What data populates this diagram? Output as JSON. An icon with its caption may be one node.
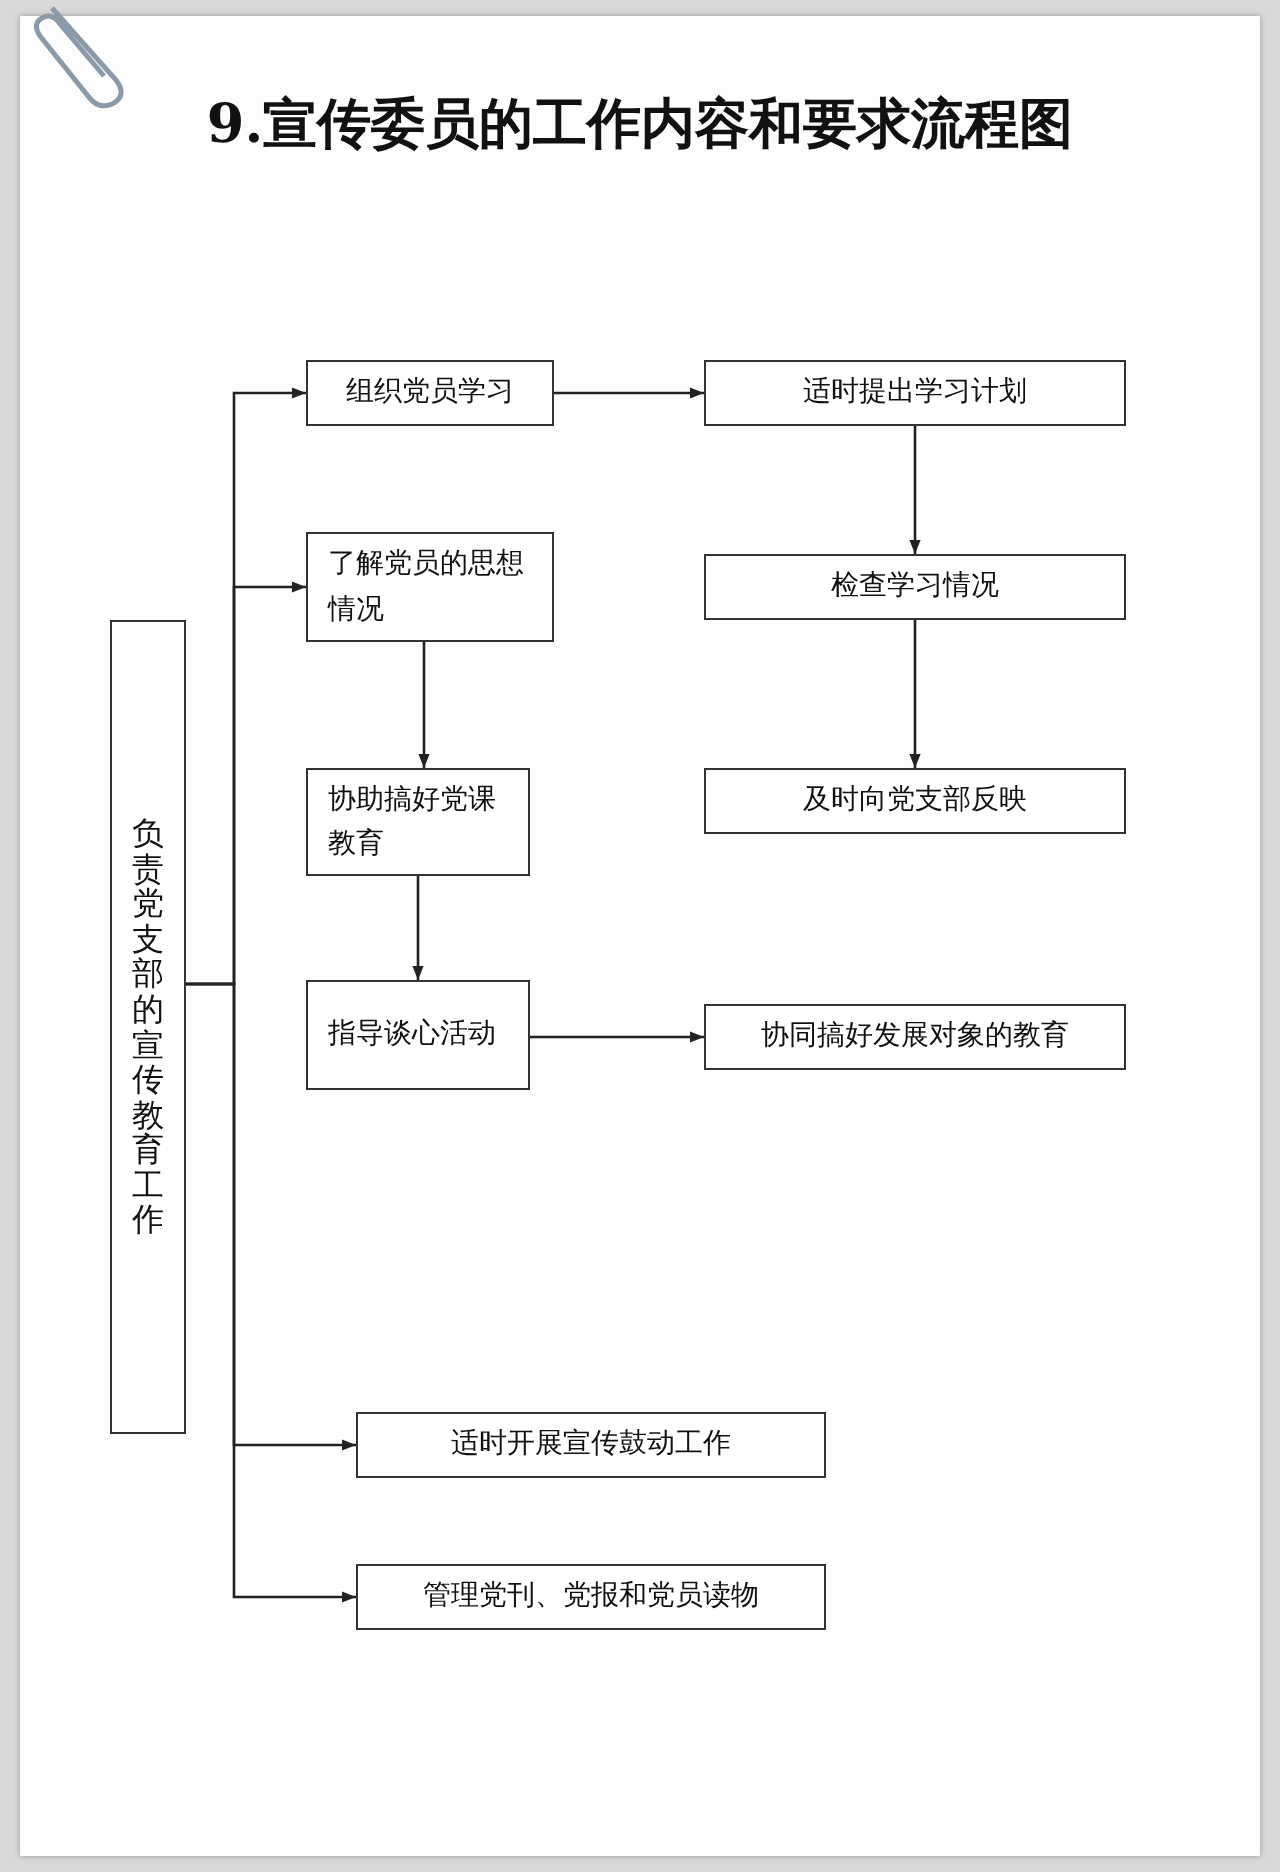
{
  "diagram": {
    "title": "9.宣传委员的工作内容和要求流程图",
    "nodes": [
      {
        "text": [
          "负责党支部的宣传教育工作"
        ]
      },
      {
        "text": [
          "组织党员学习"
        ]
      },
      {
        "text": [
          "适时提出学习计划"
        ]
      },
      {
        "text": [
          "了解党员的思想情况"
        ]
      },
      {
        "text": [
          "检查学习情况"
        ]
      },
      {
        "text": [
          "协助搞好党课教育"
        ]
      },
      {
        "text": [
          "及时向党支部反映"
        ]
      },
      {
        "text": [
          "指导谈心活动"
        ]
      },
      {
        "text": [
          "协同搞好发展对象的教育"
        ]
      },
      {
        "text": [
          "适时开展宣传鼓动工作"
        ]
      },
      {
        "text": [
          "管理党刊、党报和党员读物"
        ]
      }
    ],
    "edges": [
      {
        "from": 0,
        "to": 1,
        "arrow": "to"
      },
      {
        "from": 0,
        "to": 3,
        "arrow": "to"
      },
      {
        "from": 0,
        "to": 9,
        "arrow": "to"
      },
      {
        "from": 0,
        "to": 10,
        "arrow": "to"
      },
      {
        "from": 1,
        "to": 2,
        "arrow": "to"
      },
      {
        "from": 2,
        "to": 4,
        "arrow": "to"
      },
      {
        "from": 4,
        "to": 6,
        "arrow": "to"
      },
      {
        "from": 3,
        "to": 5,
        "arrow": "to"
      },
      {
        "from": 5,
        "to": 7,
        "arrow": "to"
      },
      {
        "from": 7,
        "to": 8,
        "arrow": "to"
      }
    ]
  }
}
